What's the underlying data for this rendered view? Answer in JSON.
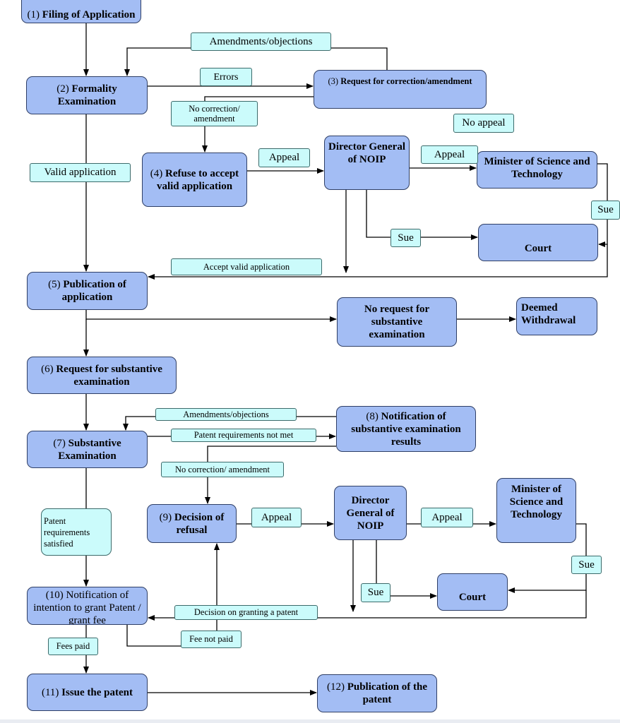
{
  "diagram": {
    "nodes": {
      "n1": {
        "num": "(1)",
        "bold": "Filing of Application"
      },
      "n2": {
        "num": "(2)",
        "bold": "Formality Examination"
      },
      "n3": {
        "num": "(3)",
        "bold": "Request for correction/amendment"
      },
      "n4": {
        "num": "(4)",
        "bold": "Refuse to accept valid application"
      },
      "dg1": {
        "num": "",
        "bold": "Director General of NOIP"
      },
      "min1": {
        "num": "",
        "bold": "Minister of Science and Technology"
      },
      "court1": {
        "num": "",
        "bold": "Court"
      },
      "n5": {
        "num": "(5)",
        "bold": "Publication of application"
      },
      "noreq": {
        "num": "",
        "bold": "No request for substantive examination"
      },
      "deemed": {
        "num": "",
        "bold": "Deemed Withdrawal"
      },
      "n6": {
        "num": "(6)",
        "bold": "Request for substantive examination"
      },
      "n7": {
        "num": "(7)",
        "bold": "Substantive Examination"
      },
      "n8": {
        "num": "(8)",
        "bold": "Notification of substantive examination results"
      },
      "n9": {
        "num": "(9)",
        "bold": "Decision of refusal"
      },
      "dg2": {
        "num": "",
        "bold": "Director General of NOIP"
      },
      "min2": {
        "num": "",
        "bold": "Minister of Science and Technology"
      },
      "court2": {
        "num": "",
        "bold": "Court"
      },
      "n10": {
        "num": "(10) Notification of intention to grant Patent / grant fee",
        "bold": ""
      },
      "n11": {
        "num": "(11)",
        "bold": "Issue the patent"
      },
      "n12": {
        "num": "(12)",
        "bold": "Publication of the patent"
      }
    },
    "labels": {
      "amend1": "Amendments/objections",
      "errors": "Errors",
      "nocorr1": "No correction/ amendment",
      "noappeal": "No appeal",
      "valid": "Valid application",
      "appeal1": "Appeal",
      "appeal2": "Appeal",
      "sue1": "Sue",
      "sue2": "Sue",
      "accept": "Accept valid application",
      "amend2": "Amendments/objections",
      "notmet": "Patent requirements not met",
      "nocorr2": "No correction/ amendment",
      "satisfied": "Patent requirements satisfied",
      "appeal3": "Appeal",
      "appeal4": "Appeal",
      "sue3": "Sue",
      "sue4": "Sue",
      "decision": "Decision on granting a patent",
      "feenot": "Fee not paid",
      "feespaid": "Fees paid"
    },
    "colors": {
      "node_fill": "#a3bdf4",
      "label_fill": "#cbfbfb",
      "line": "#000000"
    }
  }
}
